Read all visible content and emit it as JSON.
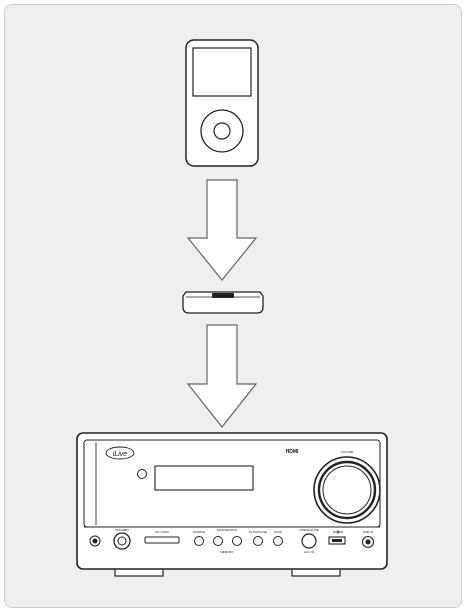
{
  "illustration": {
    "steps": [
      "media-player",
      "dock-adapter",
      "stereo-system"
    ],
    "stereo": {
      "brand": "iLive",
      "badge": "HDMI",
      "labels": {
        "volume": "VOLUME",
        "standby": "STANDBY",
        "sd_card": "SD CARD",
        "source": "SOURCE",
        "skip": "SKIP/SEARCH",
        "play": "PLAY/PAUSE",
        "stop": "STOP",
        "open": "OPEN/CLOSE",
        "memory": "MEMORY",
        "aux": "AUX IN",
        "usb": "USB",
        "line_in": "LINE IN"
      }
    }
  }
}
